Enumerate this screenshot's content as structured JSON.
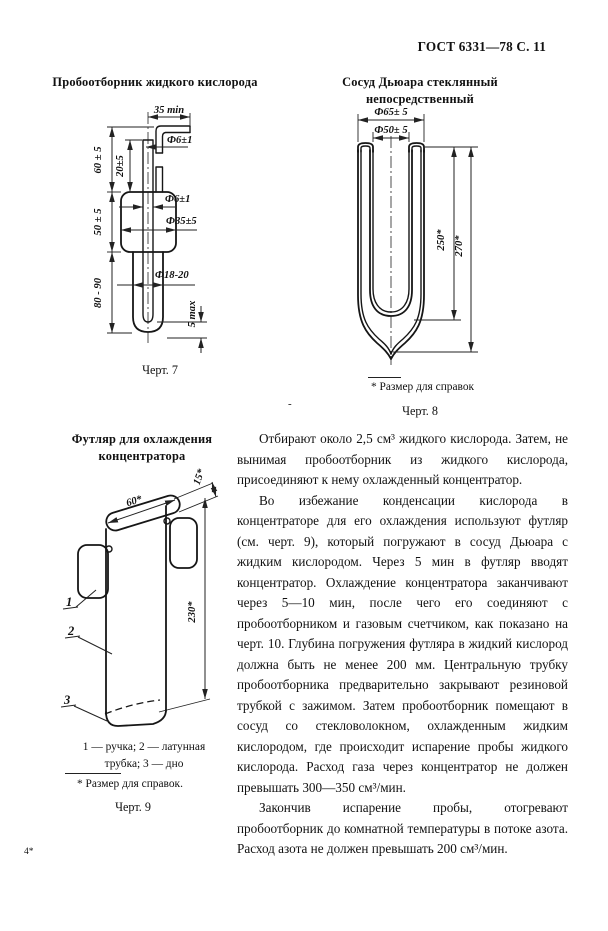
{
  "page": {
    "header": "ГОСТ 6331—78 С. 11",
    "page_mark": "4*",
    "stray_mark": "-"
  },
  "fig7": {
    "title": "Пробоотборник жидкого кислорода",
    "caption": "Черт. 7",
    "dims": {
      "d35": "35 min",
      "d6_top": "Ф6±1",
      "d60": "60 ± 5",
      "d20": "20±5",
      "d6_mid": "Ф6±1",
      "d35b": "Ф35±5",
      "d50": "50 ± 5",
      "d18": "Ф18-20",
      "d80": "80 - 90",
      "d5": "5 max"
    }
  },
  "fig8": {
    "title": "Сосуд Дьюара стеклянный непосредственный",
    "caption": "Черт. 8",
    "footnote": "* Размер для справок",
    "dims": {
      "d65": "Ф65± 5",
      "d50": "Ф50± 5",
      "d250": "250*",
      "d270": "270*"
    }
  },
  "fig9": {
    "title_line1": "Футляр для охлаждения",
    "title_line2": "концентратора",
    "caption": "Черт. 9",
    "footnote": "* Размер для справок.",
    "legend_line1": "1 — ручка; 2 — латунная",
    "legend_line2": "трубка; 3 — дно",
    "dims": {
      "d60": "60*",
      "d15": "15*",
      "d230": "230*"
    },
    "parts": {
      "p1": "1",
      "p2": "2",
      "p3": "3"
    }
  },
  "body": {
    "p1": "Отбирают около 2,5 см³ жидкого кислорода. Затем, не вынимая пробоотборник из жидкого кислорода, присоединяют к нему охлажденный концентратор.",
    "p2": "Во избежание конденсации кислорода в концентраторе для его охлаждения используют футляр (см. черт. 9), который погружают в сосуд Дьюара с жидким кислородом. Через 5 мин в футляр вводят концентратор. Охлаждение концентратора заканчивают через 5—10 мин, после чего его соединяют с пробоотборником и газовым счетчиком, как показано на черт. 10. Глубина погружения футляра в жидкий кислород должна быть не менее 200 мм. Центральную трубку пробоотборника предварительно закрывают резиновой трубкой с зажимом. Затем пробоотборник помещают в сосуд со стекловолокном, охлажденным жидким кислородом, где происходит испарение пробы жидкого кислорода. Расход газа через концентратор не должен превышать 300—350 см³/мин.",
    "p3": "Закончив испарение пробы, отогревают пробоотборник до комнатной температуры в потоке азота. Расход азота не должен превышать 200 см³/мин."
  }
}
